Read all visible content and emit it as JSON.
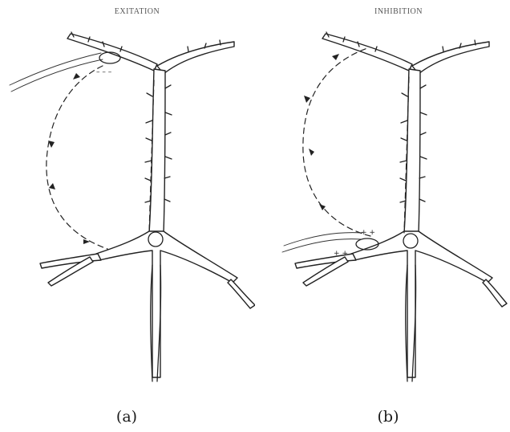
{
  "panels": [
    {
      "title": "EXITATION",
      "caption": "(a)"
    },
    {
      "title": "INHIBITION",
      "caption": "(b)"
    }
  ]
}
